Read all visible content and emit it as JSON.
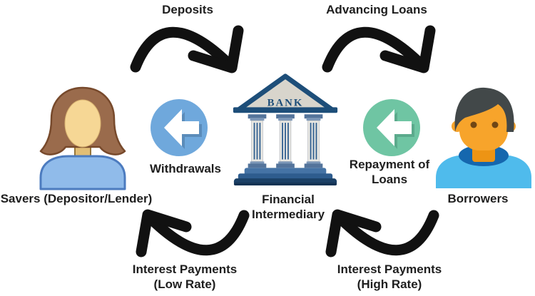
{
  "labels": {
    "deposits": "Deposits",
    "advancing_loans": "Advancing Loans",
    "withdrawals": "Withdrawals",
    "repayment_of_loans_line1": "Repayment of",
    "repayment_of_loans_line2": "Loans",
    "savers": "Savers (Depositor/Lender)",
    "financial_intermediary_line1": "Financial",
    "financial_intermediary_line2": "Intermediary",
    "borrowers": "Borrowers",
    "interest_payments_low_line1": "Interest Payments",
    "interest_payments_low_line2": "(Low Rate)",
    "interest_payments_high_line1": "Interest Payments",
    "interest_payments_high_line2": "(High Rate)",
    "bank_sign": "BANK"
  },
  "icons": {
    "deposits_arrow": "curved-arrow-down-right-icon",
    "advancing_loans_arrow": "curved-arrow-down-right-icon",
    "interest_low_arrow": "curved-arrow-up-left-icon",
    "interest_high_arrow": "curved-arrow-up-left-icon",
    "withdrawals_icon": "left-arrow-in-blue-circle-icon",
    "repayment_icon": "left-arrow-in-green-circle-icon",
    "bank_icon": "bank-building-icon",
    "savers_icon": "woman-person-icon",
    "borrowers_icon": "man-person-icon"
  },
  "colors": {
    "background": "#ffffff",
    "text": "#1e1e1e",
    "arrow_black": "#111111",
    "withdrawals_circle_blue": "#6FA8DC",
    "repayment_circle_green": "#6FC5A3",
    "arrow_glyph_white": "#ffffff",
    "bank_navy": "#1D4E79",
    "bank_pediment_fill": "#D8D5CC",
    "bank_column_fill": "#E9E8E3",
    "bank_capital_blue": "#54749B",
    "woman_hair_brown": "#9A6B4C",
    "woman_skin_tan": "#F6D795",
    "woman_shirt_blue": "#90BBEA",
    "man_hair_gray": "#424849",
    "man_skin_orange": "#F7A42B",
    "man_shirt_cyan": "#4FBBEC",
    "man_collar_navy": "#1567AE"
  }
}
